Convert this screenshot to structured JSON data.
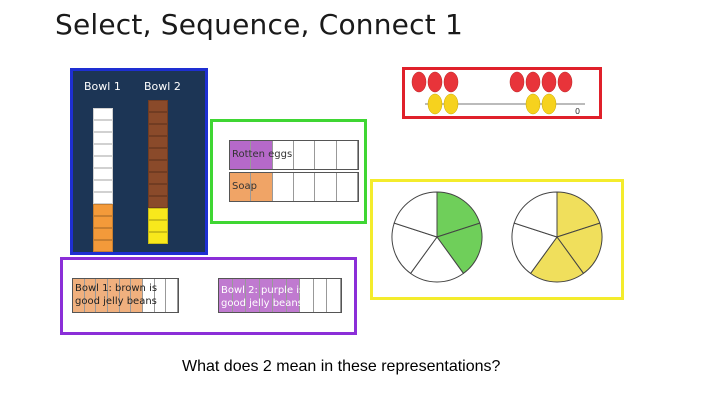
{
  "title": "Select, Sequence, Connect 1",
  "caption": "What does 2 mean in these representations?",
  "towers": {
    "bowl1_label": "Bowl 1",
    "bowl2_label": "Bowl 2",
    "bowl1": {
      "top_color": "#ffffff",
      "bottom_color": "#f39a3a",
      "top_count": 8,
      "bottom_count": 4
    },
    "bowl2": {
      "top_color": "#8a4a2a",
      "bottom_color": "#f8e81c",
      "top_count": 9,
      "bottom_count": 3
    }
  },
  "tape": {
    "row1_label": "Rotten eggs",
    "row2_label": "Soap",
    "row1_color": "#b569c9",
    "row2_color": "#f0a466",
    "row1_shaded": 2,
    "row2_shaded": 2,
    "parts": 6
  },
  "beads": {
    "top_color": "#e8343a",
    "bottom_color": "#f6d21e",
    "mark": "0"
  },
  "pies": {
    "green_color": "#6fcf5a",
    "yellow_color": "#f0df5c",
    "green_shaded": 2,
    "yellow_shaded": 3,
    "parts": 5
  },
  "strips": {
    "strip1_label": "Bowl 1: brown is\ngood jelly beans",
    "strip2_label": "Bowl 2: purple is\ngood jelly beans",
    "strip1_color": "#f0b07e",
    "strip2_color": "#c07ad0",
    "strip1_shaded": 6,
    "strip2_shaded": 6,
    "parts": 9
  }
}
